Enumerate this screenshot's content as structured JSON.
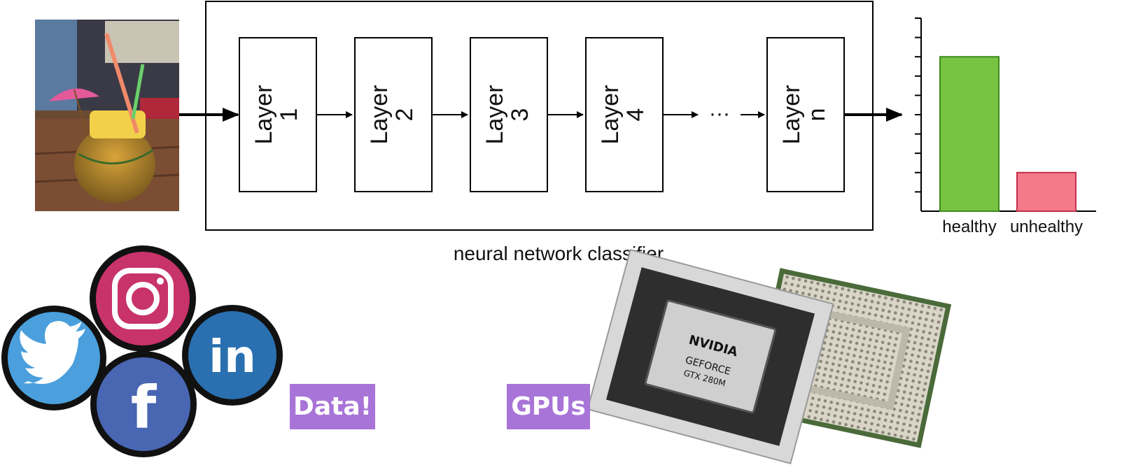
{
  "diagram": {
    "caption": "neural network classifier",
    "layers": [
      {
        "word": "Layer",
        "num": "1"
      },
      {
        "word": "Layer",
        "num": "2"
      },
      {
        "word": "Layer",
        "num": "3"
      },
      {
        "word": "Layer",
        "num": "4"
      },
      {
        "word": "Layer",
        "num": "n"
      }
    ],
    "ellipsis": "···"
  },
  "chart_data": {
    "type": "bar",
    "categories": [
      "healthy",
      "unhealthy"
    ],
    "values": [
      8,
      2
    ],
    "ylim": [
      0,
      10
    ],
    "colors": [
      "#76c442",
      "#f47a8a"
    ],
    "grid": false
  },
  "badges": {
    "data": "Data!",
    "gpus": "GPUs"
  },
  "gpu_chip": {
    "brand": "NVIDIA",
    "model_line1": "GEFORCE",
    "model_line2": "GTX 280M"
  },
  "icons": [
    "pineapple-drink-photo",
    "instagram-icon",
    "twitter-icon",
    "linkedin-icon",
    "facebook-icon",
    "gpu-chip-photo"
  ],
  "social": {
    "linkedin_text": "in",
    "facebook_text": "f"
  }
}
